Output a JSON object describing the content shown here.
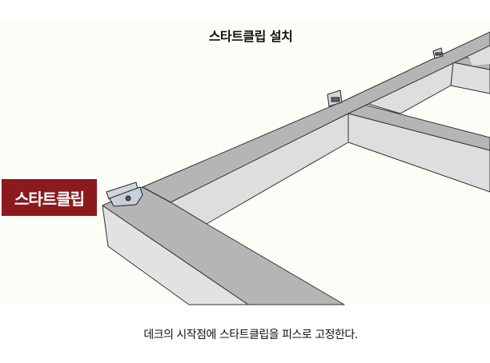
{
  "title": "스타트클립 설치",
  "callout_label": "스타트클립",
  "caption": "데크의 시작점에 스타트클립을 피스로 고정한다.",
  "colors": {
    "background": "#fdfdf7",
    "beam_top": "#b5b5b5",
    "beam_side": "#dedede",
    "label_bg": "#8b1a1e"
  }
}
